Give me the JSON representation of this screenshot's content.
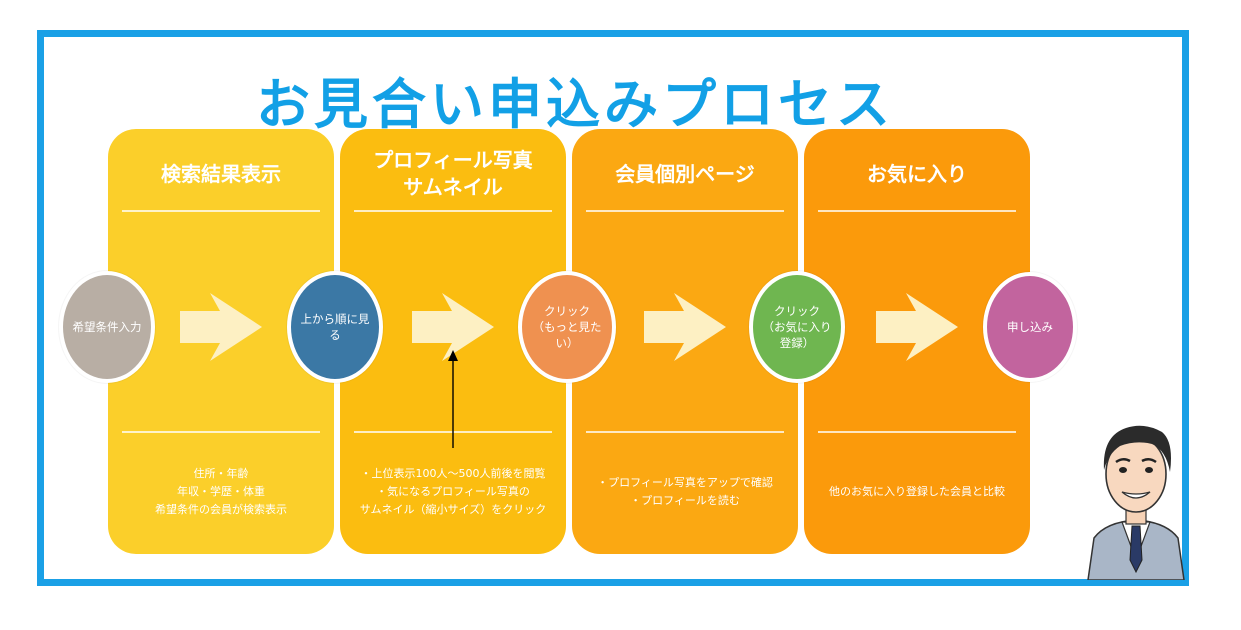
{
  "title": "お見合い申込みプロセス",
  "steps": [
    {
      "heading": [
        "検索結果表示"
      ],
      "desc": [
        "住所・年齢",
        "年収・学歴・体重",
        "希望条件の会員が検索表示"
      ],
      "color": "#fbcf2a"
    },
    {
      "heading": [
        "プロフィール写真",
        "サムネイル"
      ],
      "desc": [
        "・上位表示100人～500人前後を閲覧",
        "・気になるプロフィール写真の",
        "サムネイル（縮小サイズ）をクリック"
      ],
      "color": "#fbbd10"
    },
    {
      "heading": [
        "会員個別ページ"
      ],
      "desc": [
        "・プロフィール写真をアップで確認",
        "・プロフィールを読む"
      ],
      "color": "#fba812"
    },
    {
      "heading": [
        "お気に入り"
      ],
      "desc": [
        "他のお気に入り登録した会員と比較"
      ],
      "color": "#fb9a0b"
    }
  ],
  "nodes": [
    {
      "label": [
        "希望条件入力"
      ],
      "color": "#b8aea4"
    },
    {
      "label": [
        "上から順に見る"
      ],
      "color": "#3b78a5"
    },
    {
      "label": [
        "クリック",
        "（もっと見たい）"
      ],
      "color": "#ef9150"
    },
    {
      "label": [
        "クリック",
        "（お気に入り",
        "登録）"
      ],
      "color": "#6fb650"
    },
    {
      "label": [
        "申し込み"
      ],
      "color": "#c2649e"
    }
  ],
  "colors": {
    "frame": "#1aa0e6",
    "title": "#12a0e6",
    "arrow": "#fdf0c3"
  }
}
